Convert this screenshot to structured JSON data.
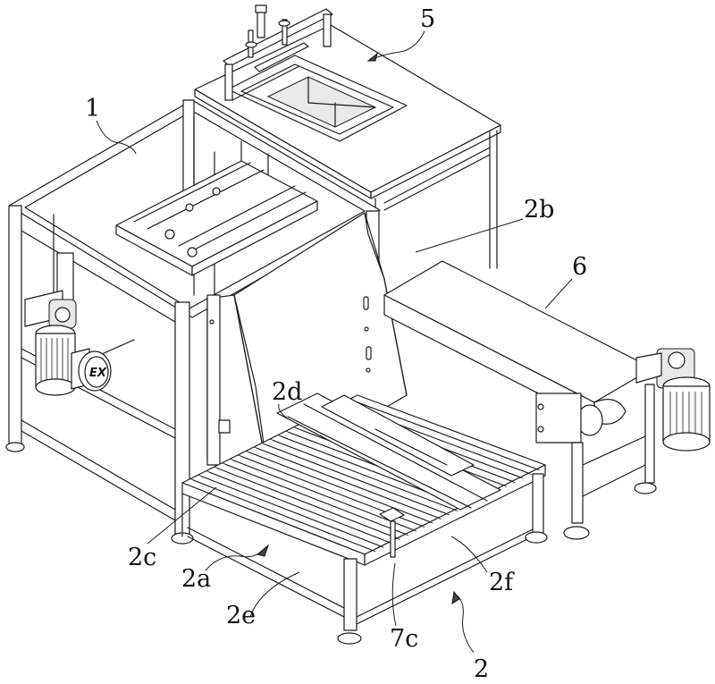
{
  "figure": {
    "type": "patent isometric line drawing",
    "motor_badge": "EX"
  },
  "labels": [
    {
      "id": "1",
      "text": "1",
      "refers_to": "main frame"
    },
    {
      "id": "5",
      "text": "5",
      "refers_to": "top hopper / feed mechanism"
    },
    {
      "id": "2b",
      "text": "2b",
      "refers_to": "vertical side plate"
    },
    {
      "id": "6",
      "text": "6",
      "refers_to": "belt conveyor"
    },
    {
      "id": "2d",
      "text": "2d",
      "refers_to": "roller rail"
    },
    {
      "id": "2c",
      "text": "2c",
      "refers_to": "triangular guide plate"
    },
    {
      "id": "2a",
      "text": "2a",
      "refers_to": "roller frame"
    },
    {
      "id": "2e",
      "text": "2e",
      "refers_to": "roller bed"
    },
    {
      "id": "7c",
      "text": "7c",
      "refers_to": "stop block"
    },
    {
      "id": "2f",
      "text": "2f",
      "refers_to": "guide bars"
    },
    {
      "id": "2",
      "text": "2",
      "refers_to": "roller conveyor assembly"
    }
  ]
}
